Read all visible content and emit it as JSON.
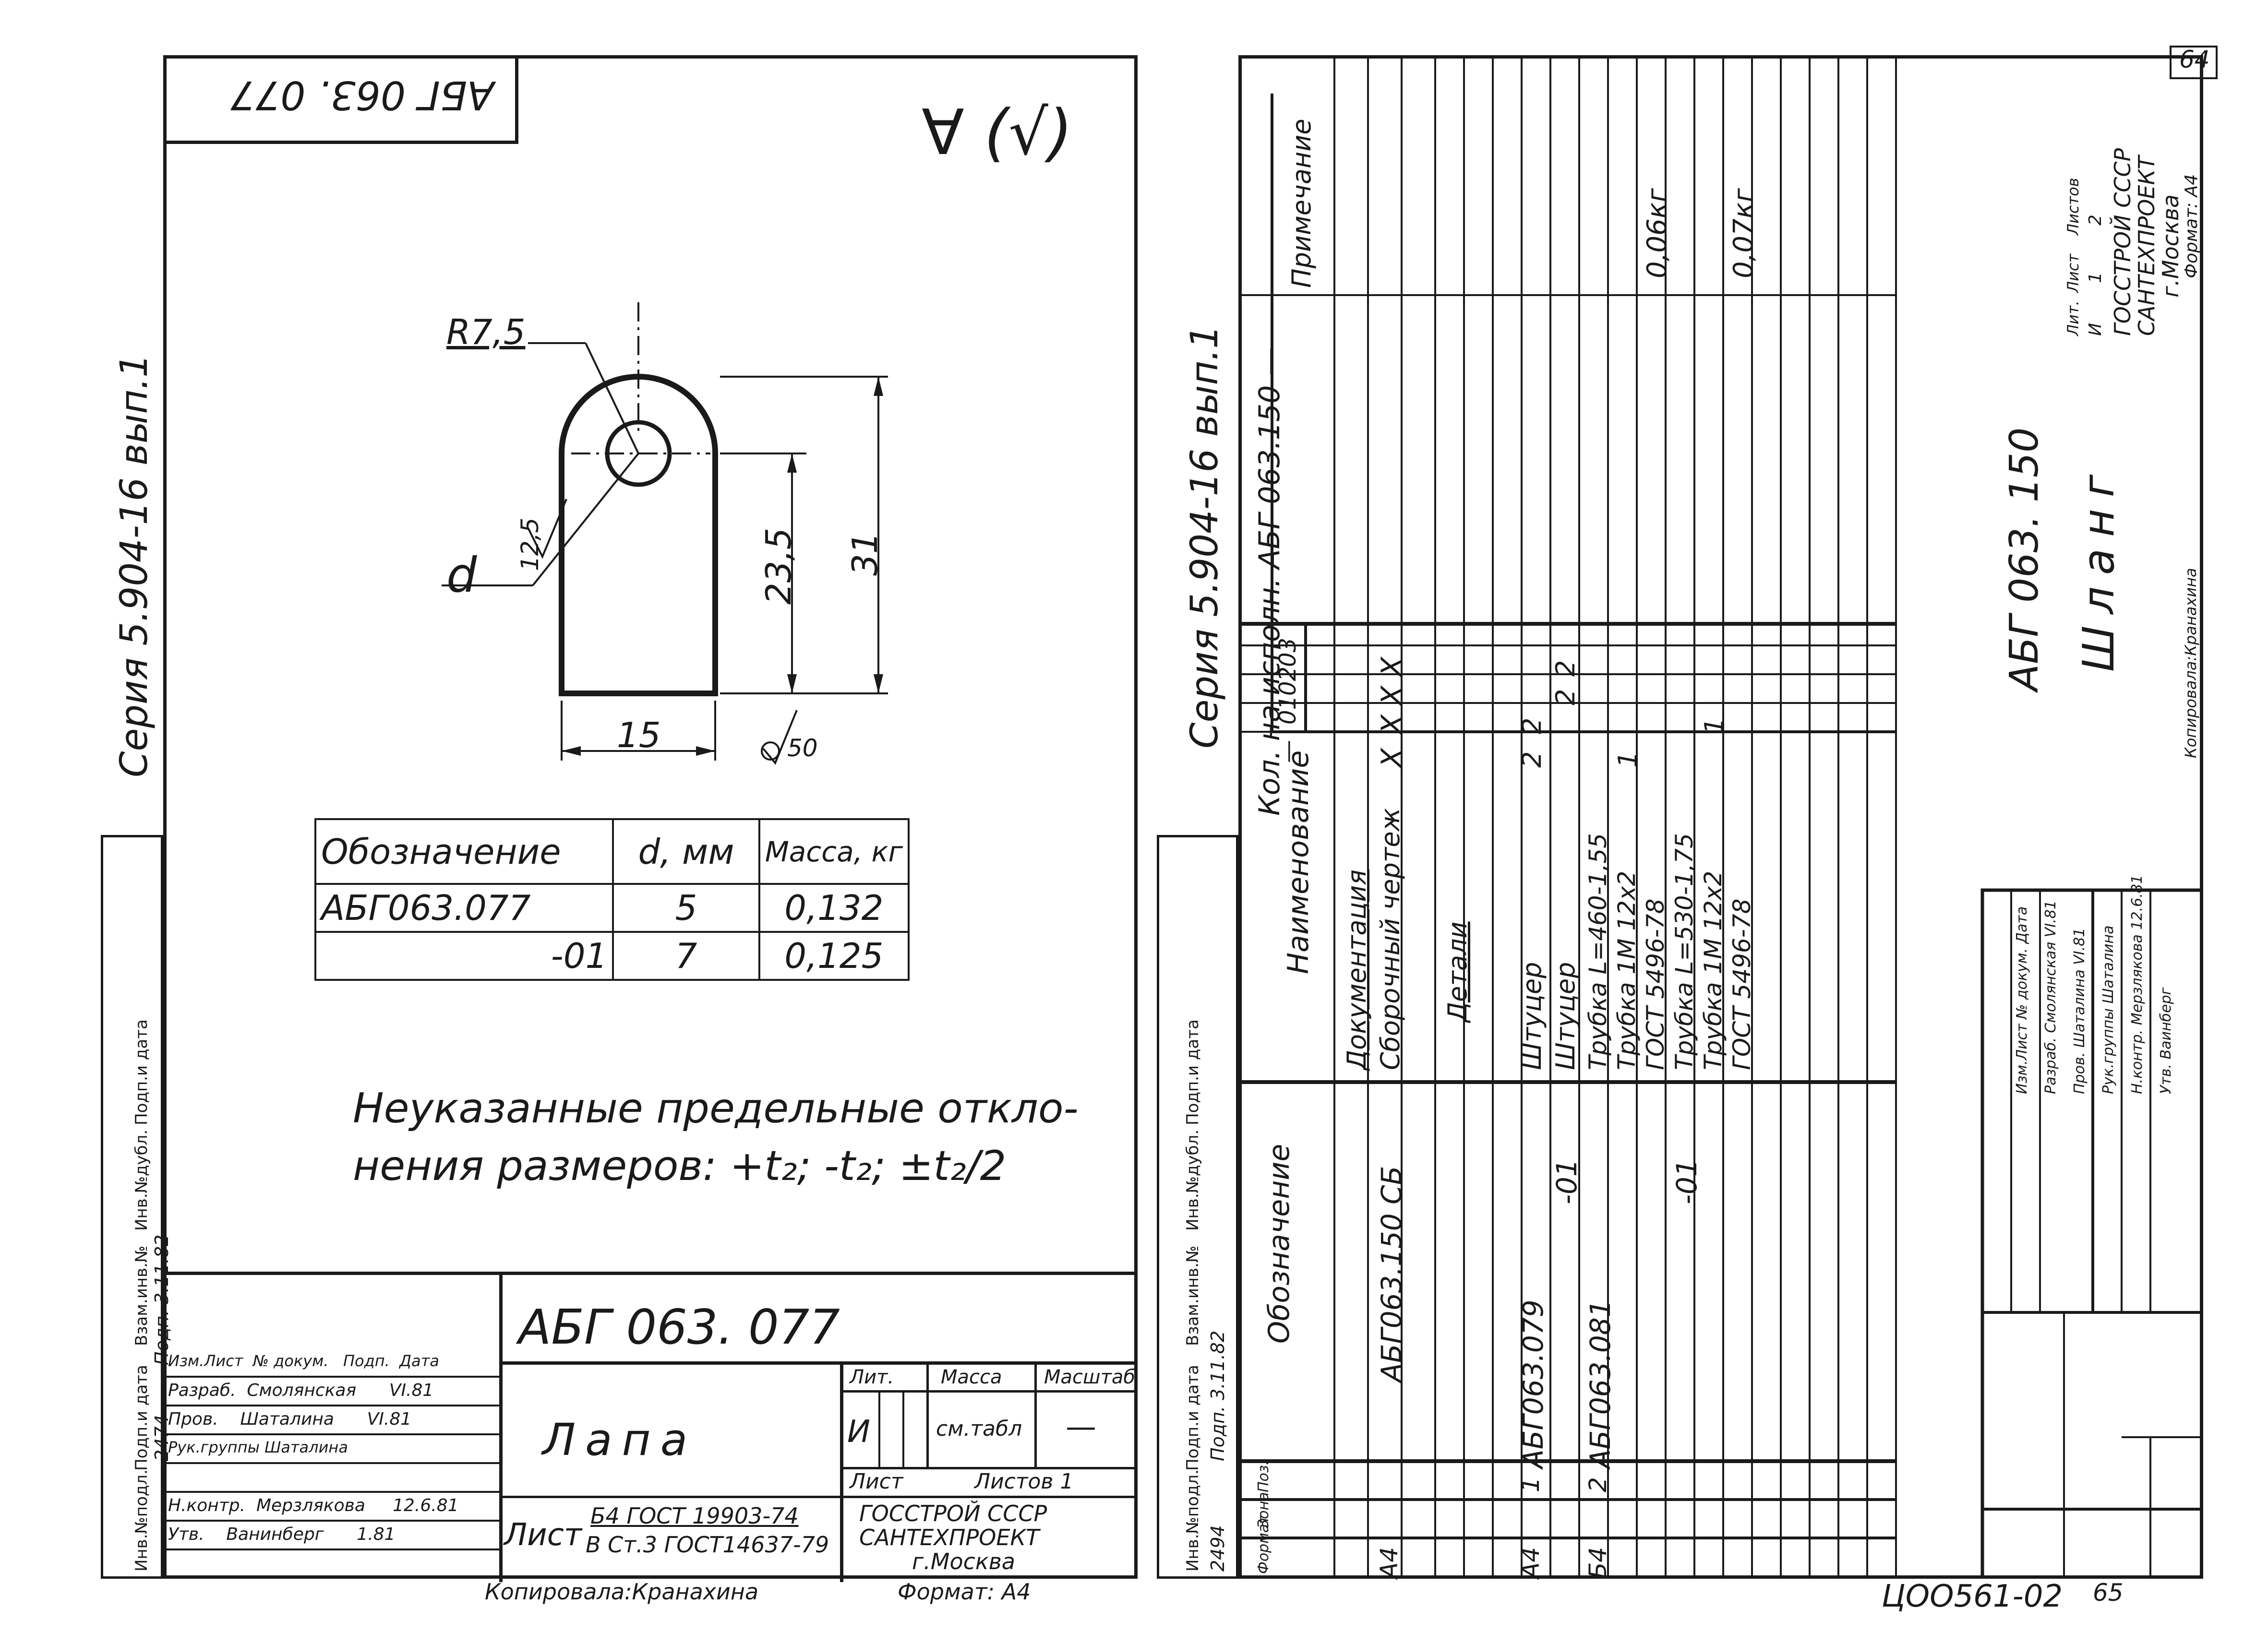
{
  "left_sheet": {
    "series_label": "Серия 5.904-16 вып.1",
    "top_stamp": "АБГ 063. 077",
    "roughness_symbol": "∀ (√)",
    "dim_radius": "R7,5",
    "dim_d": "d",
    "dim_roughness_125": "12,5",
    "dim_height_inner": "23,5",
    "dim_height_total": "31",
    "dim_width": "15",
    "dim_roughness_50": "50",
    "table": {
      "headers": [
        "Обозначение",
        "d, мм",
        "Масса, кг"
      ],
      "rows": [
        [
          "АБГ063.077",
          "5",
          "0,132"
        ],
        [
          "-01",
          "7",
          "0,125"
        ]
      ]
    },
    "note_line1": "Неуказанные   предельные   откло-",
    "note_line2": "нения   размеров:   +t₂;  -t₂;  ±t₂/2",
    "title_block": {
      "designation": "АБГ 063. 077",
      "name": "Лапа",
      "col_lit": "Лит.",
      "col_mass": "Масса",
      "col_scale": "Масштаб",
      "lit_value": "И",
      "mass_value": "см.табл",
      "scale_value": "—",
      "sheet_label": "Лист",
      "sheets_label": "Листов 1",
      "org_line1": "ГОССТРОЙ СССР",
      "org_line2": "САНТЕХПРОЕКТ",
      "org_line3": "г.Москва",
      "material_prefix": "Лист",
      "material_line1": "Б4 ГОСТ 19903-74",
      "material_line2": "В Ст.3 ГОСТ14637-79",
      "copied": "Копировала:Кранахина",
      "format": "Формат: А4",
      "roles": [
        {
          "role": "Изм.Лист",
          "name": "№ докум.",
          "sign": "Подп.",
          "date": "Дата"
        },
        {
          "role": "Разраб.",
          "name": "Смолянская",
          "sign": "",
          "date": "VI.81"
        },
        {
          "role": "Пров.",
          "name": "Шаталина",
          "sign": "",
          "date": "VI.81"
        },
        {
          "role": "Рук.группы",
          "name": "Шаталина",
          "sign": "",
          "date": ""
        },
        {
          "role": "Н.контр.",
          "name": "Мерзлякова",
          "sign": "",
          "date": "12.6.81"
        },
        {
          "role": "Утв.",
          "name": "Ванинберг",
          "sign": "",
          "date": "1.81"
        }
      ]
    },
    "side_strip": [
      "Инв.№подл.",
      "Подп.и дата",
      "Взам.инв.№",
      "Инв.№дубл.",
      "Подп.и дата"
    ],
    "side_values": [
      "2474",
      "Подп. 3.11.82"
    ]
  },
  "right_sheet": {
    "series_label": "Серия 5.904-16 вып.1",
    "page_number": "64",
    "header_qty": "Кол. на исполн. АБГ 063.150 —",
    "col_format": "Формат",
    "col_zone": "Зона",
    "col_pos": "Поз.",
    "col_designation": "Обозначение",
    "col_name": "Наименование",
    "col_note": "Примечание",
    "exec_cols": [
      "—",
      "01",
      "02",
      "03"
    ],
    "rows": [
      {
        "fmt": "",
        "pos": "",
        "des": "",
        "name": "Документация",
        "q": [
          "",
          "",
          "",
          ""
        ],
        "note": ""
      },
      {
        "fmt": "А4",
        "pos": "",
        "des": "АБГ063.150 СБ",
        "name": "Сборочный чертеж",
        "q": [
          "Х",
          "Х",
          "Х",
          "Х"
        ],
        "note": ""
      },
      {
        "fmt": "",
        "pos": "",
        "des": "",
        "name": "Детали",
        "q": [
          "",
          "",
          "",
          ""
        ],
        "note": ""
      },
      {
        "fmt": "А4",
        "pos": "1",
        "des": "АБГ063.079",
        "name": "Штуцер",
        "q": [
          "2",
          "2",
          "",
          ""
        ],
        "note": ""
      },
      {
        "fmt": "",
        "pos": "",
        "des": "-01",
        "name": "Штуцер",
        "q": [
          "",
          "",
          "2",
          "2"
        ],
        "note": ""
      },
      {
        "fmt": "Б4",
        "pos": "2",
        "des": "АБГ063.081",
        "name": "Трубка   L=460-1,55",
        "q": [
          "",
          "",
          "",
          ""
        ],
        "note": ""
      },
      {
        "fmt": "",
        "pos": "",
        "des": "",
        "name": "Трубка 1М 12х2",
        "q": [
          "1",
          "",
          "",
          ""
        ],
        "note": ""
      },
      {
        "fmt": "",
        "pos": "",
        "des": "",
        "name": "ГОСТ 5496-78",
        "q": [
          "",
          "",
          "",
          ""
        ],
        "note": "0,06кг"
      },
      {
        "fmt": "",
        "pos": "",
        "des": "-01",
        "name": "Трубка   L=530-1,75",
        "q": [
          "",
          "",
          "",
          ""
        ],
        "note": ""
      },
      {
        "fmt": "",
        "pos": "",
        "des": "",
        "name": "Трубка 1М 12х2",
        "q": [
          "",
          "1",
          "",
          ""
        ],
        "note": ""
      },
      {
        "fmt": "",
        "pos": "",
        "des": "",
        "name": "ГОСТ 5496-78",
        "q": [
          "",
          "",
          "",
          ""
        ],
        "note": "0,07кг"
      }
    ],
    "title_block": {
      "designation": "АБГ 063. 150",
      "name": "Шланг",
      "col_lit": "Лит.",
      "col_sheet": "Лист",
      "col_sheets": "Листов",
      "lit_value": "И",
      "sheet_value": "1",
      "sheets_value": "2",
      "org_line1": "ГОССТРОЙ СССР",
      "org_line2": "САНТЕХПРОЕКТ",
      "org_line3": "г.Москва",
      "copied": "Копировала:Кранахина",
      "format": "Формат: А4",
      "roles": [
        {
          "role": "Изм.Лист",
          "name": "№ докум.",
          "date": "Дата"
        },
        {
          "role": "Разраб.",
          "name": "Смолянская",
          "date": "VI.81"
        },
        {
          "role": "Пров.",
          "name": "Шаталина",
          "date": "VI.81"
        },
        {
          "role": "Рук.группы",
          "name": "Шаталина",
          "date": ""
        },
        {
          "role": "Н.контр.",
          "name": "Мерзлякова",
          "date": "12.6.81"
        },
        {
          "role": "Утв.",
          "name": "Ваинберг",
          "date": ""
        }
      ]
    },
    "side_strip": [
      "Инв.№подл.",
      "Подп.и дата",
      "Взам.инв.№",
      "Инв.№дубл.",
      "Подп.и дата"
    ],
    "side_values": [
      "2494",
      "Подп. 3.11.82"
    ]
  },
  "footer_code": "ЦОО561-02",
  "footer_page": "65"
}
